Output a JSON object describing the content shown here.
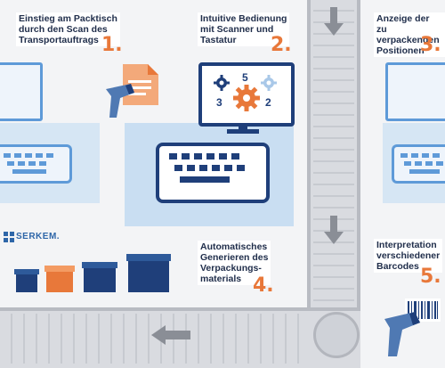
{
  "steps": [
    {
      "lines": [
        "Einstieg am Packtisch",
        "durch den Scan des",
        "Transportauftrags"
      ],
      "number": "1."
    },
    {
      "lines": [
        "Intuitive Bedienung",
        "mit Scanner und",
        "Tastatur"
      ],
      "number": "2."
    },
    {
      "lines": [
        "Anzeige der zu",
        "verpackenden",
        "Positionen"
      ],
      "number": "3."
    },
    {
      "lines": [
        "Automatisches",
        "Generieren des",
        "Verpackungs-",
        "materials"
      ],
      "number": "4."
    },
    {
      "lines": [
        "Interpretation",
        "verschiedener",
        "Barcodes"
      ],
      "number": "5."
    }
  ],
  "screen_gears": {
    "top": "5",
    "left": "3",
    "right": "2"
  },
  "logo": "SERKEM.",
  "colors": {
    "navy": "#1f3f7a",
    "orange": "#e8783a",
    "light_blue": "#d6e6f4",
    "accent_blue": "#2e66a8"
  }
}
